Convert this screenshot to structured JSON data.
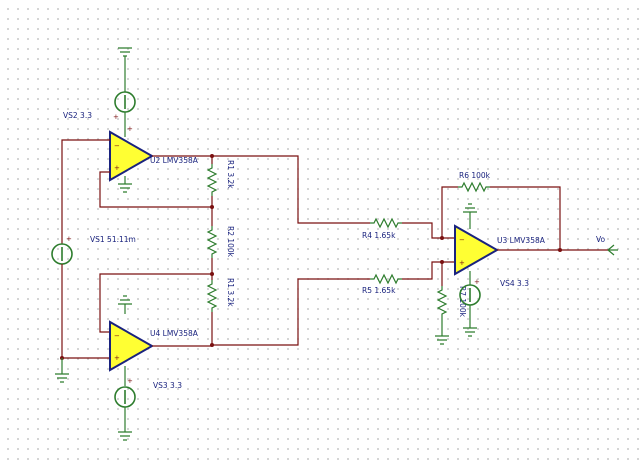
{
  "components": {
    "vs2": "VS2 3.3",
    "vs1": "VS1 51.11m",
    "vs3": "VS3 3.3",
    "vs4": "VS4 3.3",
    "u2": "U2 LMV358A",
    "u4": "U4 LMV358A",
    "u3": "U3 LMV358A",
    "r1_top": "R1 3.2k",
    "r2": "R2 100k",
    "r1_bottom": "R1 3.2k",
    "r4": "R4 1.65k",
    "r5": "R5 1.65k",
    "r6": "R6 100k",
    "r7": "R7 100k",
    "vo": "Vo"
  },
  "colors": {
    "wire": "#7a1010",
    "component": "#2e7d2e",
    "opamp_fill": "#ffff33",
    "opamp_outline": "#1a237e",
    "label": "#1a237e"
  }
}
